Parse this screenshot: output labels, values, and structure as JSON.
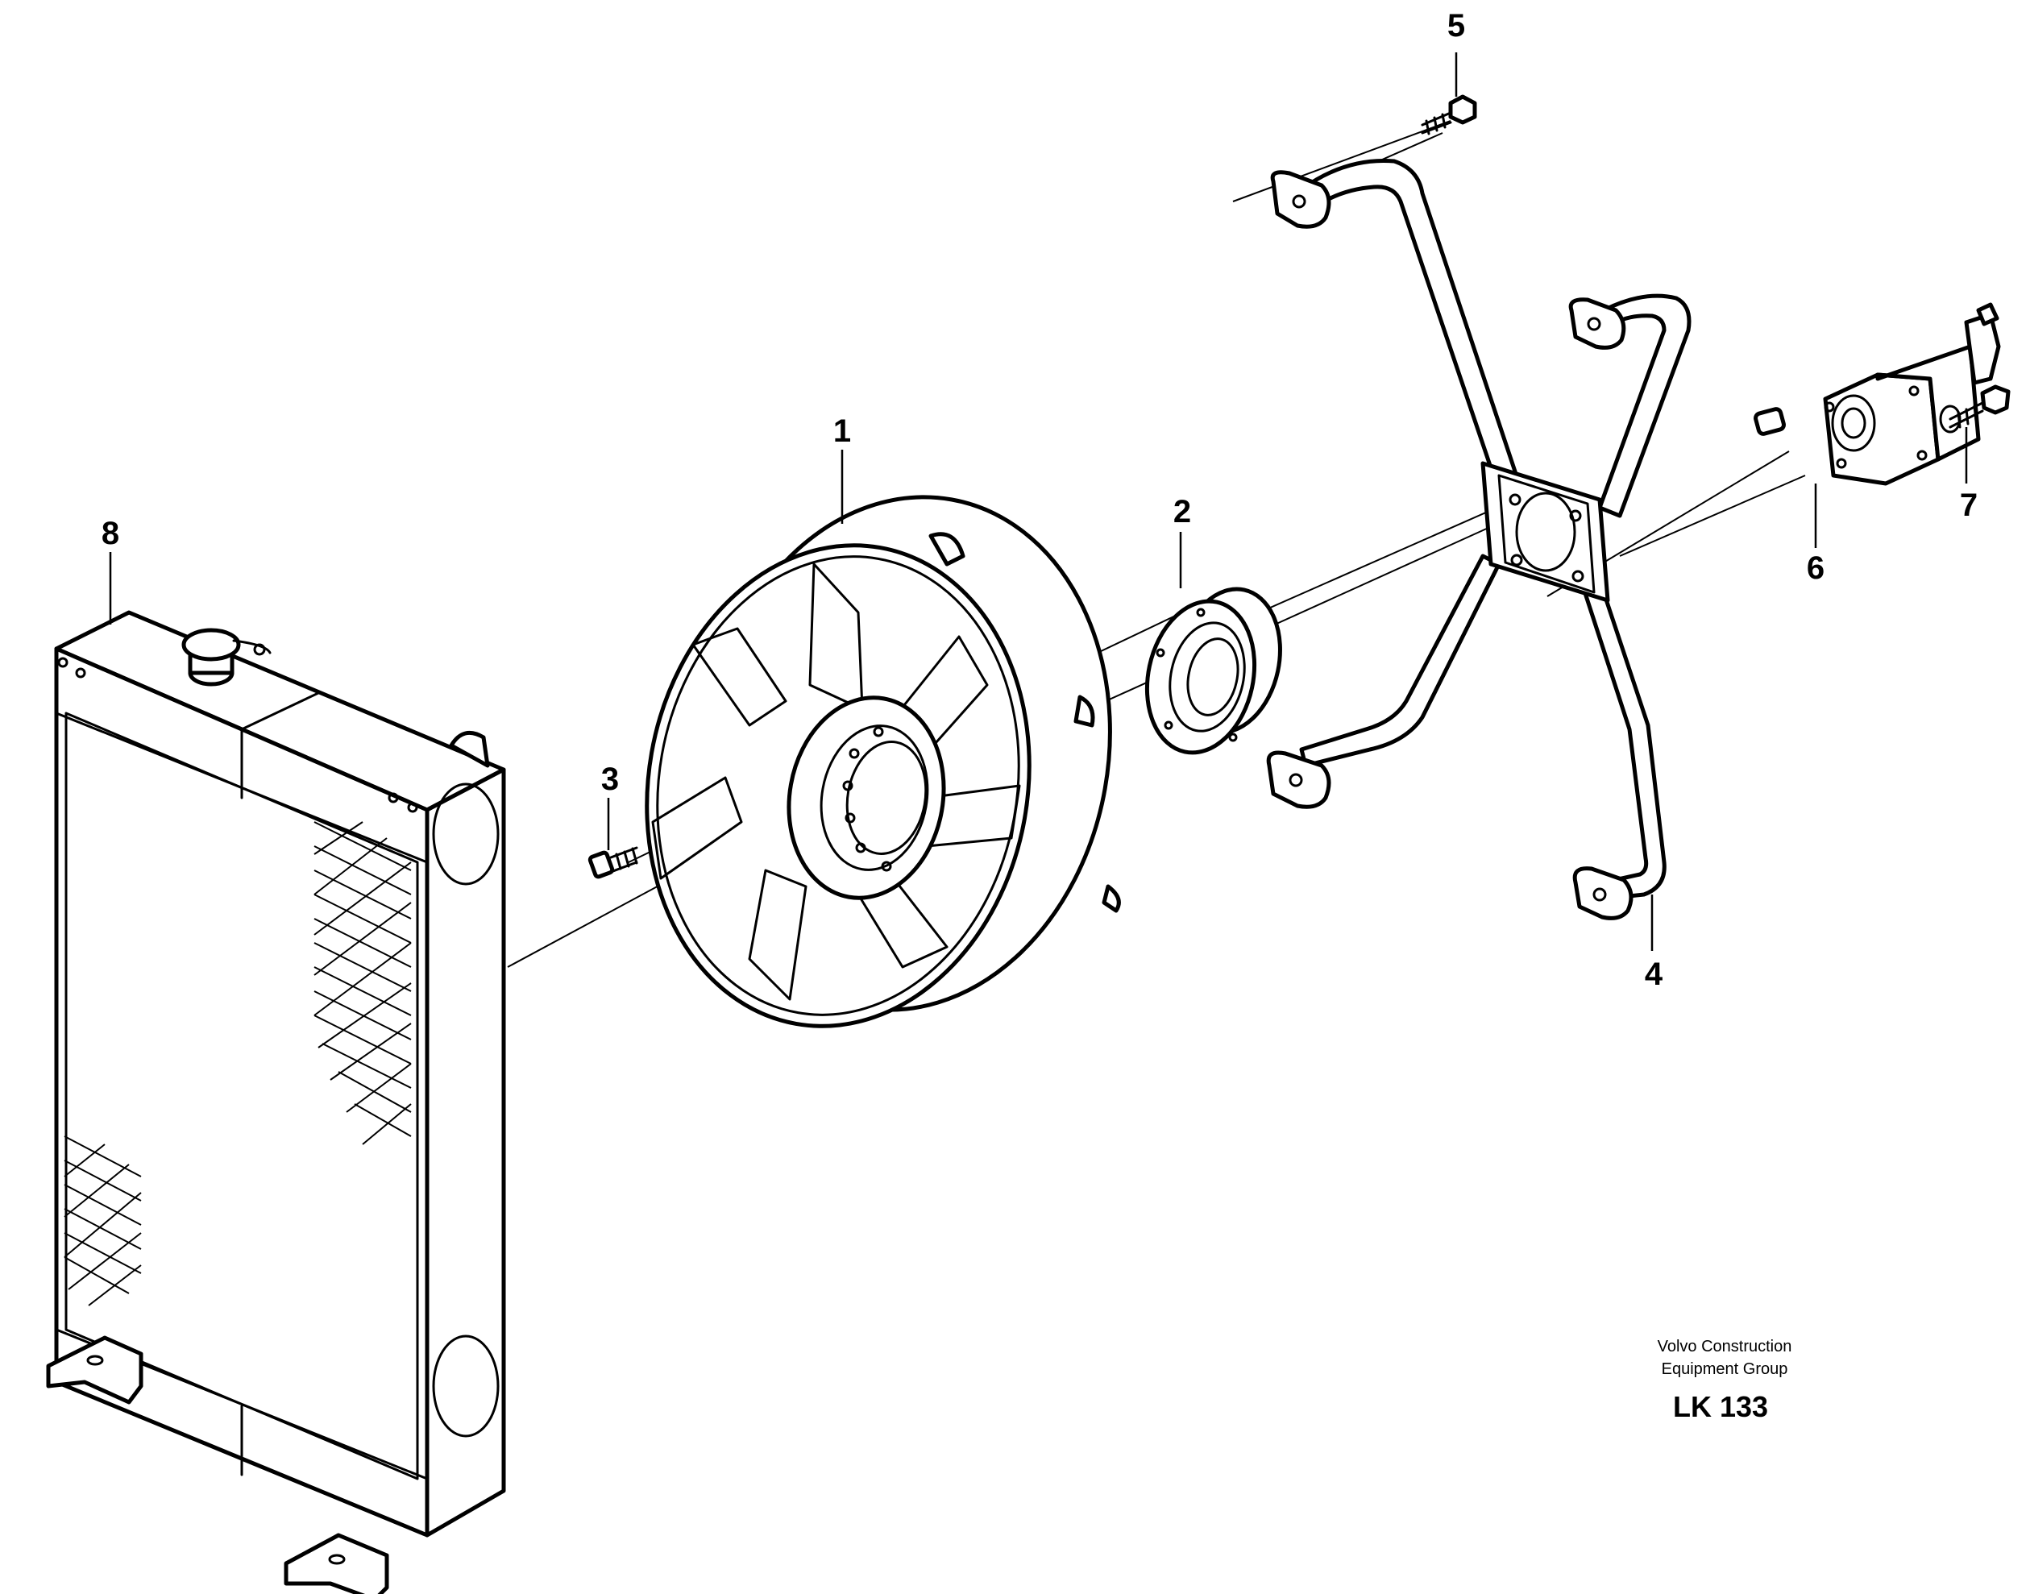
{
  "callouts": {
    "c1": "1",
    "c2": "2",
    "c3": "3",
    "c4": "4",
    "c5": "5",
    "c6": "6",
    "c7": "7",
    "c8": "8"
  },
  "credit": {
    "line1": "Volvo Construction",
    "line2": "Equipment Group",
    "code": "LK 133"
  }
}
